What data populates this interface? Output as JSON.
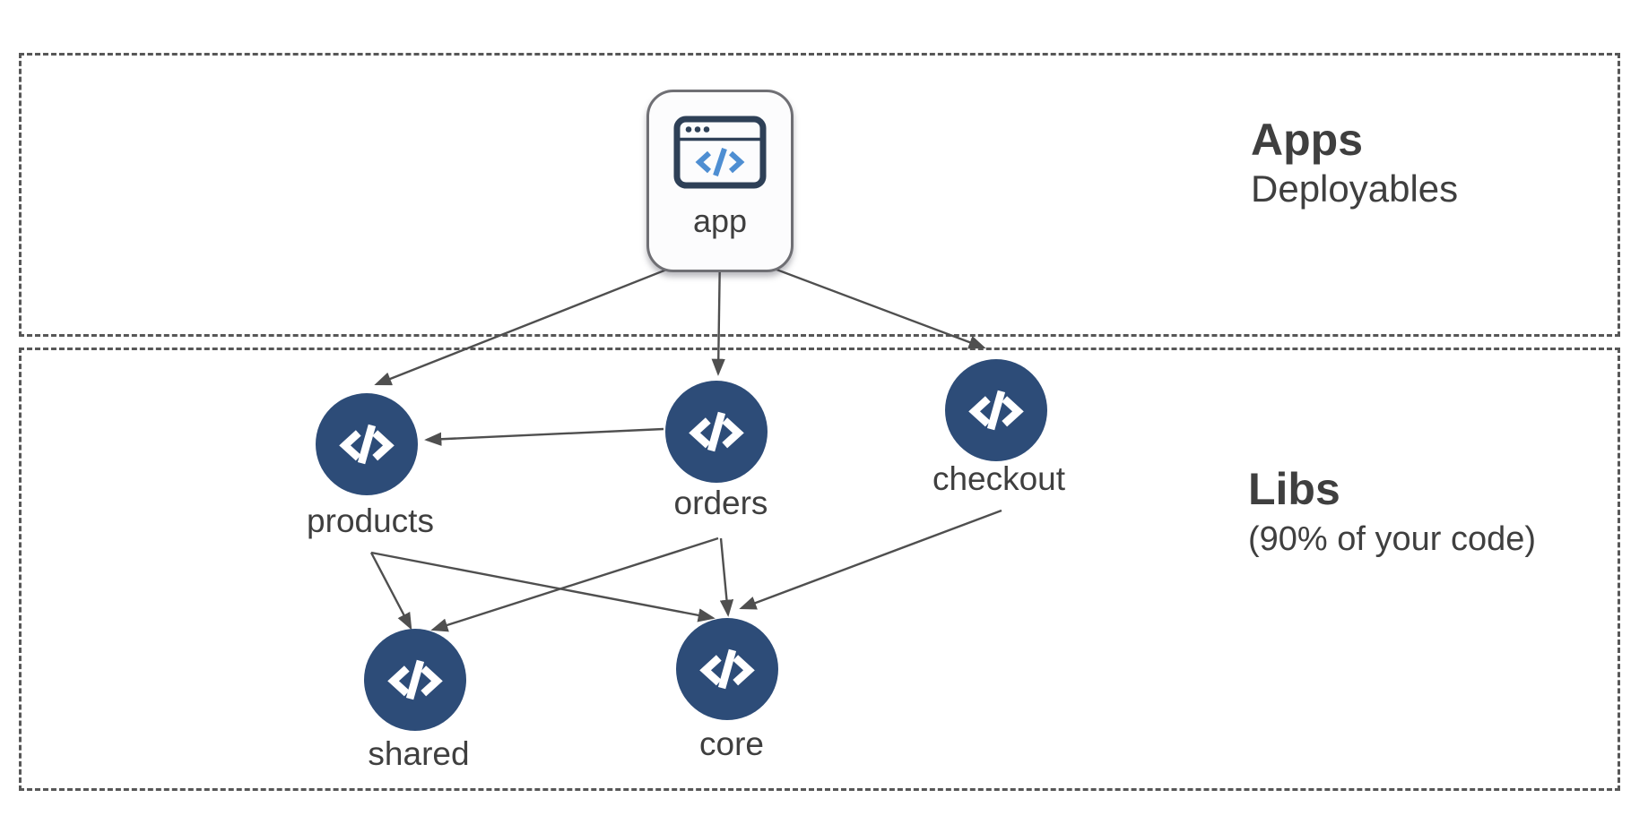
{
  "sections": {
    "apps": {
      "title": "Apps",
      "subtitle": "Deployables"
    },
    "libs": {
      "title": "Libs",
      "subtitle": "(90% of your code)"
    }
  },
  "nodes": {
    "app": {
      "label": "app",
      "kind": "application",
      "icon": "browser-code-icon"
    },
    "products": {
      "label": "products",
      "kind": "library",
      "icon": "code-icon"
    },
    "orders": {
      "label": "orders",
      "kind": "library",
      "icon": "code-icon"
    },
    "checkout": {
      "label": "checkout",
      "kind": "library",
      "icon": "code-icon"
    },
    "shared": {
      "label": "shared",
      "kind": "library",
      "icon": "code-icon"
    },
    "core": {
      "label": "core",
      "kind": "library",
      "icon": "code-icon"
    }
  },
  "edges": [
    {
      "from": "app",
      "to": "products"
    },
    {
      "from": "app",
      "to": "orders"
    },
    {
      "from": "app",
      "to": "checkout"
    },
    {
      "from": "orders",
      "to": "products"
    },
    {
      "from": "products",
      "to": "shared"
    },
    {
      "from": "products",
      "to": "core"
    },
    {
      "from": "orders",
      "to": "shared"
    },
    {
      "from": "orders",
      "to": "core"
    },
    {
      "from": "checkout",
      "to": "core"
    }
  ],
  "colors": {
    "library_node": "#2d4c78",
    "edge": "#4f4f4f",
    "section_border": "#575757",
    "label_text": "#3f3f3f",
    "app_icon_frame": "#2e4057",
    "app_icon_code": "#4e8ed2",
    "app_node_background": "#fcfcfd"
  }
}
